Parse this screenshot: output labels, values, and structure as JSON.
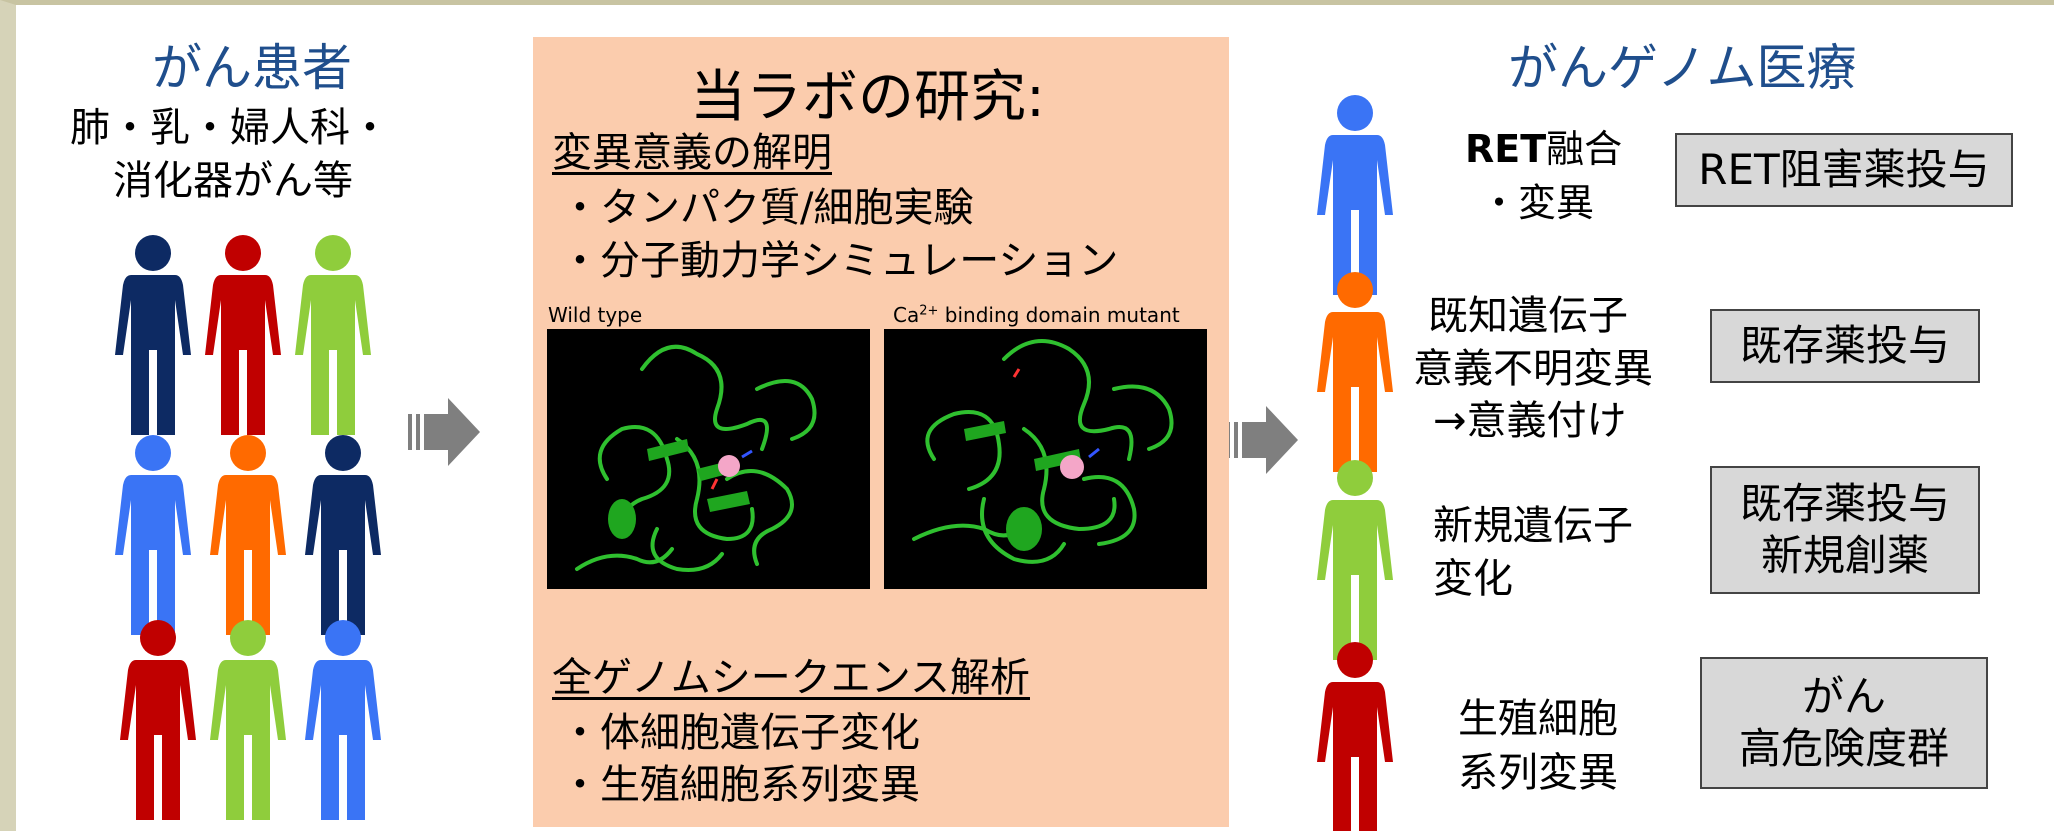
{
  "left": {
    "title": "がん患者",
    "line1": "肺・乳・婦人科・",
    "line2": "消化器がん等"
  },
  "center": {
    "title": "当ラボの研究:",
    "section1": "変異意義の解明",
    "bullet1": "・タンパク質/細胞実験",
    "bullet2": "・分子動力学シミュレーション",
    "caption_wild": "Wild type",
    "caption_mut_prefix": "Ca",
    "caption_mut_sup": "2+",
    "caption_mut_suffix": " binding domain mutant",
    "section2": "全ゲノムシークエンス解析",
    "bullet3": "・体細胞遺伝子変化",
    "bullet4": "・生殖細胞系列変異"
  },
  "right": {
    "title": "がんゲノム医療",
    "rows": [
      {
        "label_bold": "RET",
        "label_rest": "融合",
        "label2": "・変異",
        "box": "RET阻害薬投与",
        "color": "#3a74f5"
      },
      {
        "label1": "既知遺伝子",
        "label2": "意義不明変異",
        "label3": "→意義付け",
        "box": "既存薬投与",
        "color": "#ff6a00"
      },
      {
        "label1": "新規遺伝子",
        "label2": "変化",
        "box": "既存薬投与\n新規創薬",
        "color": "#8fcd3c"
      },
      {
        "label1": "生殖細胞",
        "label2": "系列変異",
        "box": "がん\n高危険度群",
        "color": "#c00000"
      }
    ]
  },
  "colors": {
    "navy": "#0d2a63",
    "red": "#c00000",
    "green": "#8fcd3c",
    "blue": "#3a74f5",
    "orange": "#ff6a00",
    "panel": "#fbccad",
    "arrow": "#7f7f7f",
    "protein": "#2fc02f",
    "ion": "#f4a6c8"
  },
  "icons": [
    "person-icon",
    "block-arrow-icon",
    "protein-structure-image"
  ]
}
